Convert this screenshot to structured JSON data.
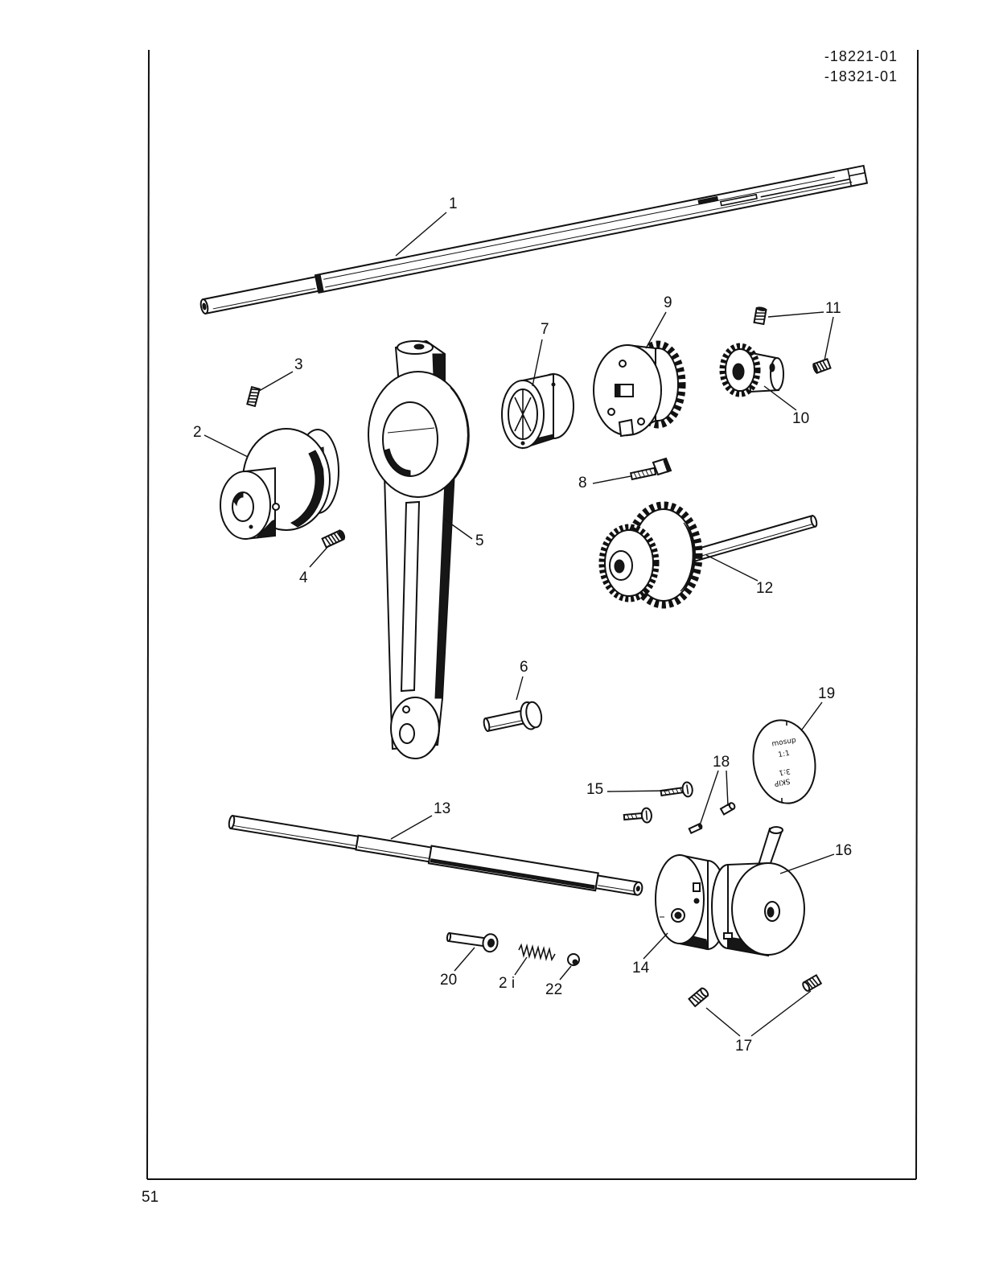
{
  "header": {
    "part_numbers": [
      "-18221-01",
      "-18321-01"
    ]
  },
  "page_number": "51",
  "callouts": [
    "1",
    "2",
    "3",
    "4",
    "5",
    "6",
    "7",
    "8",
    "9",
    "10",
    "11",
    "12",
    "13",
    "14",
    "15",
    "16",
    "17",
    "18",
    "19",
    "20",
    "2 i",
    "22"
  ],
  "dial_plate": {
    "text_top": "mosup",
    "ratio_top": "1:1",
    "text_bottom": "SKIP",
    "ratio_bottom": "3:1"
  }
}
